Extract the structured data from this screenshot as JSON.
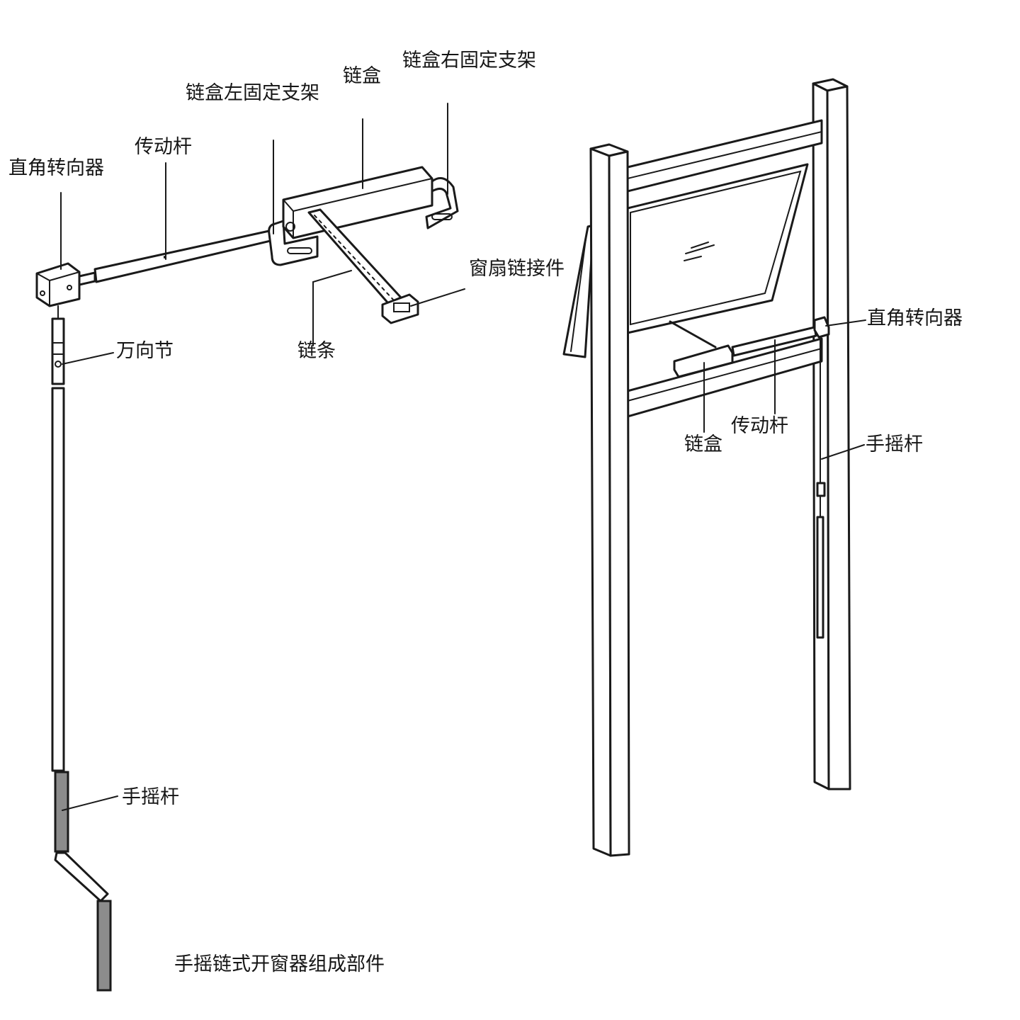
{
  "labels": {
    "right_angle_turner": "直角转向器",
    "drive_rod": "传动杆",
    "chain_box_left_bracket": "链盒左固定支架",
    "chain_box": "链盒",
    "chain_box_right_bracket": "链盒右固定支架",
    "sash_connector": "窗扇链接件",
    "chain": "链条",
    "universal_joint": "万向节",
    "crank_handle": "手摇杆",
    "caption": "手摇链式开窗器组成部件"
  },
  "right_labels": {
    "right_angle_turner": "直角转向器",
    "chain_box": "链盒",
    "drive_rod": "传动杆",
    "crank_handle": "手摇杆"
  }
}
